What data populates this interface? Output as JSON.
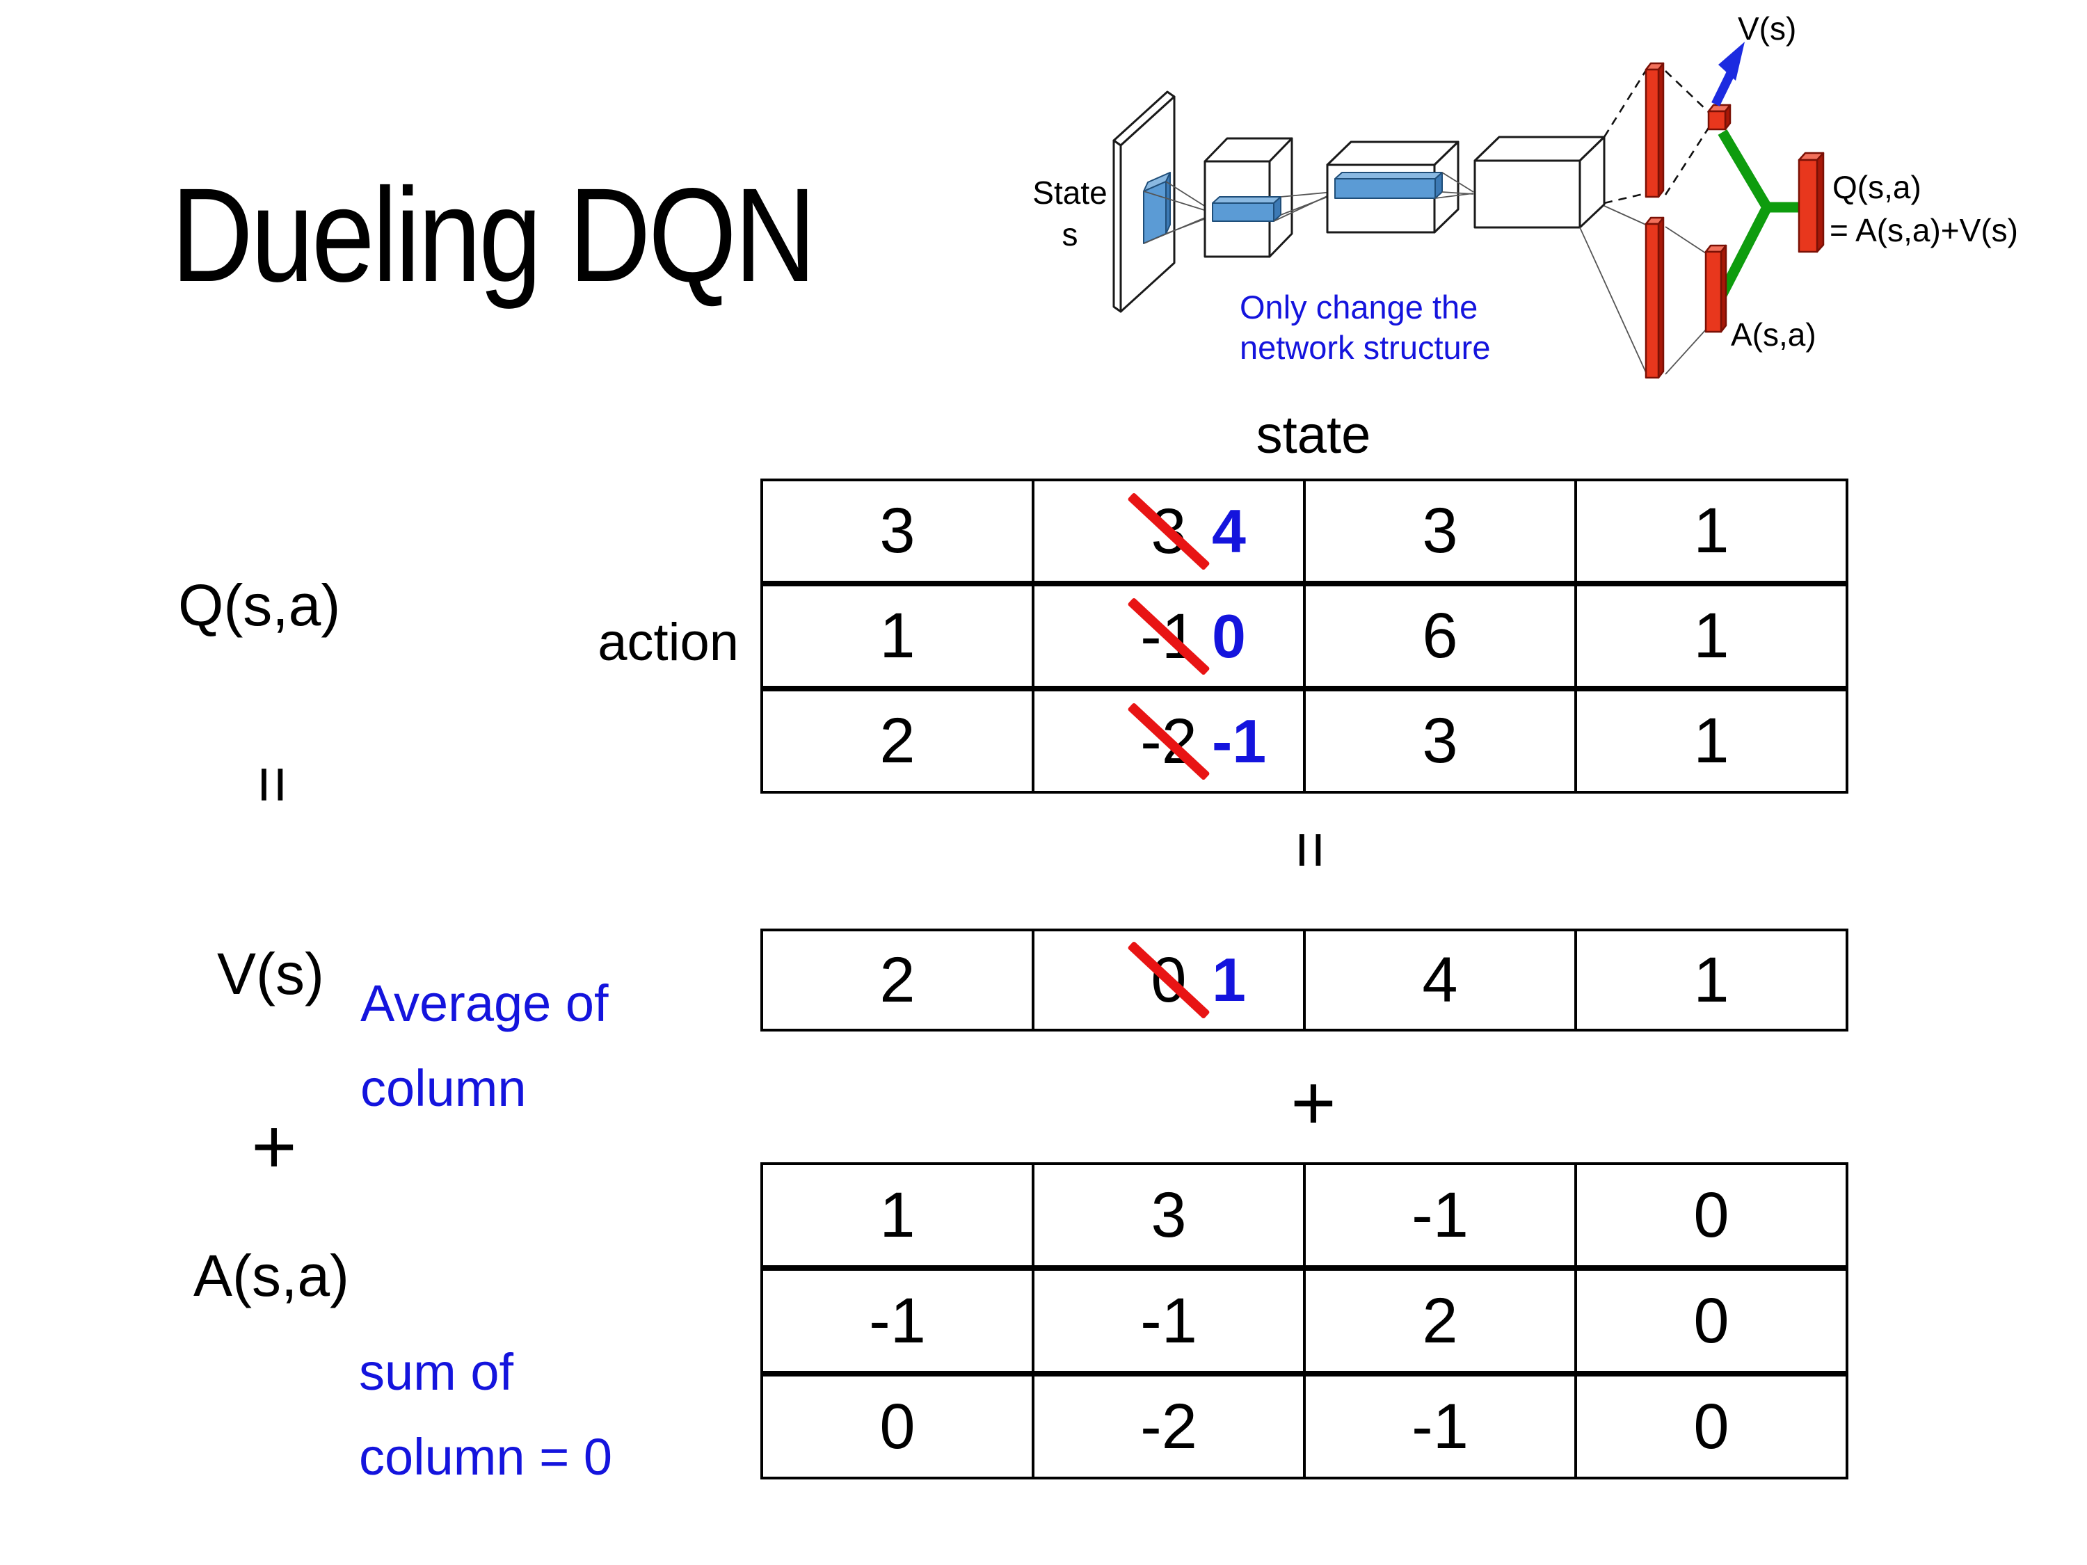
{
  "slide": {
    "title": "Dueling DQN",
    "colors": {
      "text_blue": "#1414DD",
      "strike_red": "#E81414",
      "bar_red": "#E8371D",
      "box_blue": "#5B9BD5",
      "link_green": "#0E9C0E",
      "arrow_blue": "#1C2BE0"
    }
  },
  "diagram": {
    "state_line1": "State",
    "state_line2": "s",
    "note_line1": "Only change the",
    "note_line2": "network structure",
    "v_out": "V(s)",
    "q_out": "Q(s,a)",
    "q_formula": "= A(s,a)+V(s)",
    "a_out": "A(s,a)"
  },
  "matrix_section": {
    "state_header": "state",
    "action_header": "action",
    "q_label": "Q(s,a)",
    "v_label": "V(s)",
    "a_label": "A(s,a)",
    "equals": "=",
    "plus": "+",
    "avg_note_line1": "Average of",
    "avg_note_line2": "column",
    "sum_note_line1": "sum of",
    "sum_note_line2": "column = 0",
    "q_table": [
      [
        "3",
        {
          "old": "3",
          "new": "4"
        },
        "3",
        "1"
      ],
      [
        "1",
        {
          "old": "-1",
          "new": "0"
        },
        "6",
        "1"
      ],
      [
        "2",
        {
          "old": "-2",
          "new": "-1"
        },
        "3",
        "1"
      ]
    ],
    "v_table": [
      [
        "2",
        {
          "old": "0",
          "new": "1"
        },
        "4",
        "1"
      ]
    ],
    "a_table": [
      [
        "1",
        "3",
        "-1",
        "0"
      ],
      [
        "-1",
        "-1",
        "2",
        "0"
      ],
      [
        "0",
        "-2",
        "-1",
        "0"
      ]
    ]
  }
}
